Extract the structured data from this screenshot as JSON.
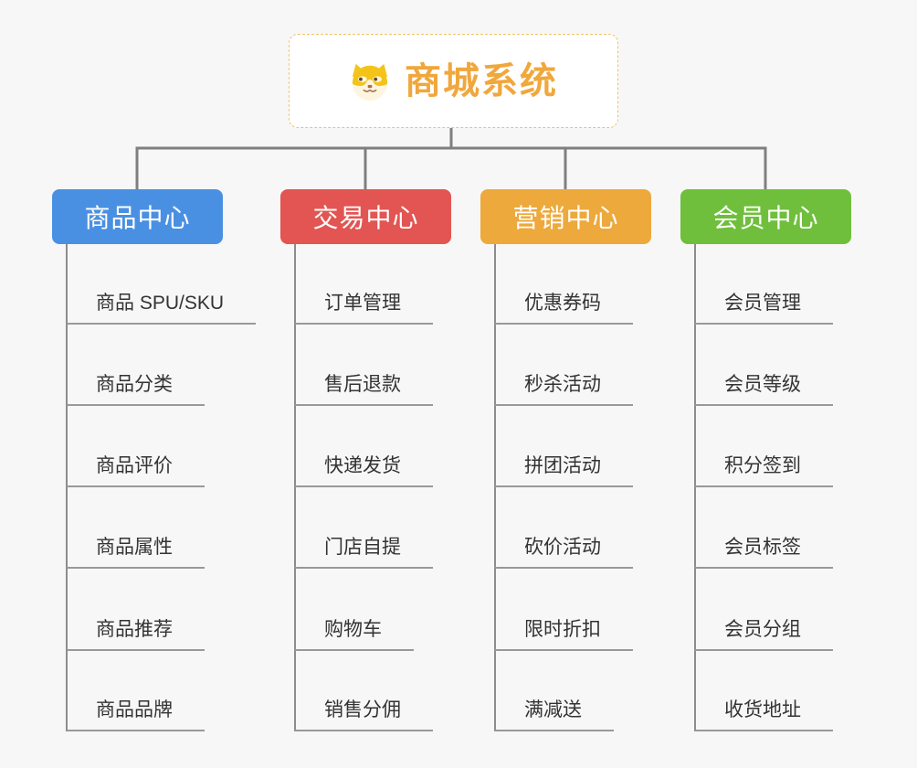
{
  "page": {
    "background_color": "#f7f7f7",
    "connector_color": "#7f7f7f",
    "leaf_line_color": "#999999"
  },
  "root": {
    "title": "商城系统",
    "icon": "shiba-dog-icon",
    "text_color": "#f0a73c",
    "border_color": "#f2c36b",
    "background_color": "#ffffff"
  },
  "branches": [
    {
      "label": "商品中心",
      "color": "#4a90e2",
      "items": [
        "商品 SPU/SKU",
        "商品分类",
        "商品评价",
        "商品属性",
        "商品推荐",
        "商品品牌"
      ]
    },
    {
      "label": "交易中心",
      "color": "#e25552",
      "items": [
        "订单管理",
        "售后退款",
        "快递发货",
        "门店自提",
        "购物车",
        "销售分佣"
      ]
    },
    {
      "label": "营销中心",
      "color": "#eda93b",
      "items": [
        "优惠券码",
        "秒杀活动",
        "拼团活动",
        "砍价活动",
        "限时折扣",
        "满减送"
      ]
    },
    {
      "label": "会员中心",
      "color": "#6fbf3c",
      "items": [
        "会员管理",
        "会员等级",
        "积分签到",
        "会员标签",
        "会员分组",
        "收货地址"
      ]
    }
  ]
}
